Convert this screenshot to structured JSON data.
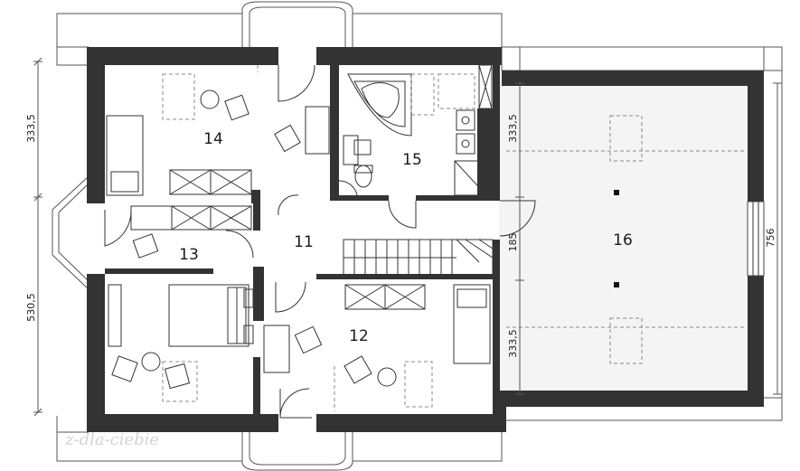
{
  "rooms": {
    "r11": "11",
    "r12": "12",
    "r13": "13",
    "r14": "14",
    "r15": "15",
    "r16": "16"
  },
  "dimensions": {
    "left_top": "333,5",
    "left_bottom": "530,5",
    "center_top": "333,5",
    "center_mid": "185",
    "center_bottom": "333,5",
    "right_total": "756"
  },
  "watermark": "z-dla-ciebie"
}
